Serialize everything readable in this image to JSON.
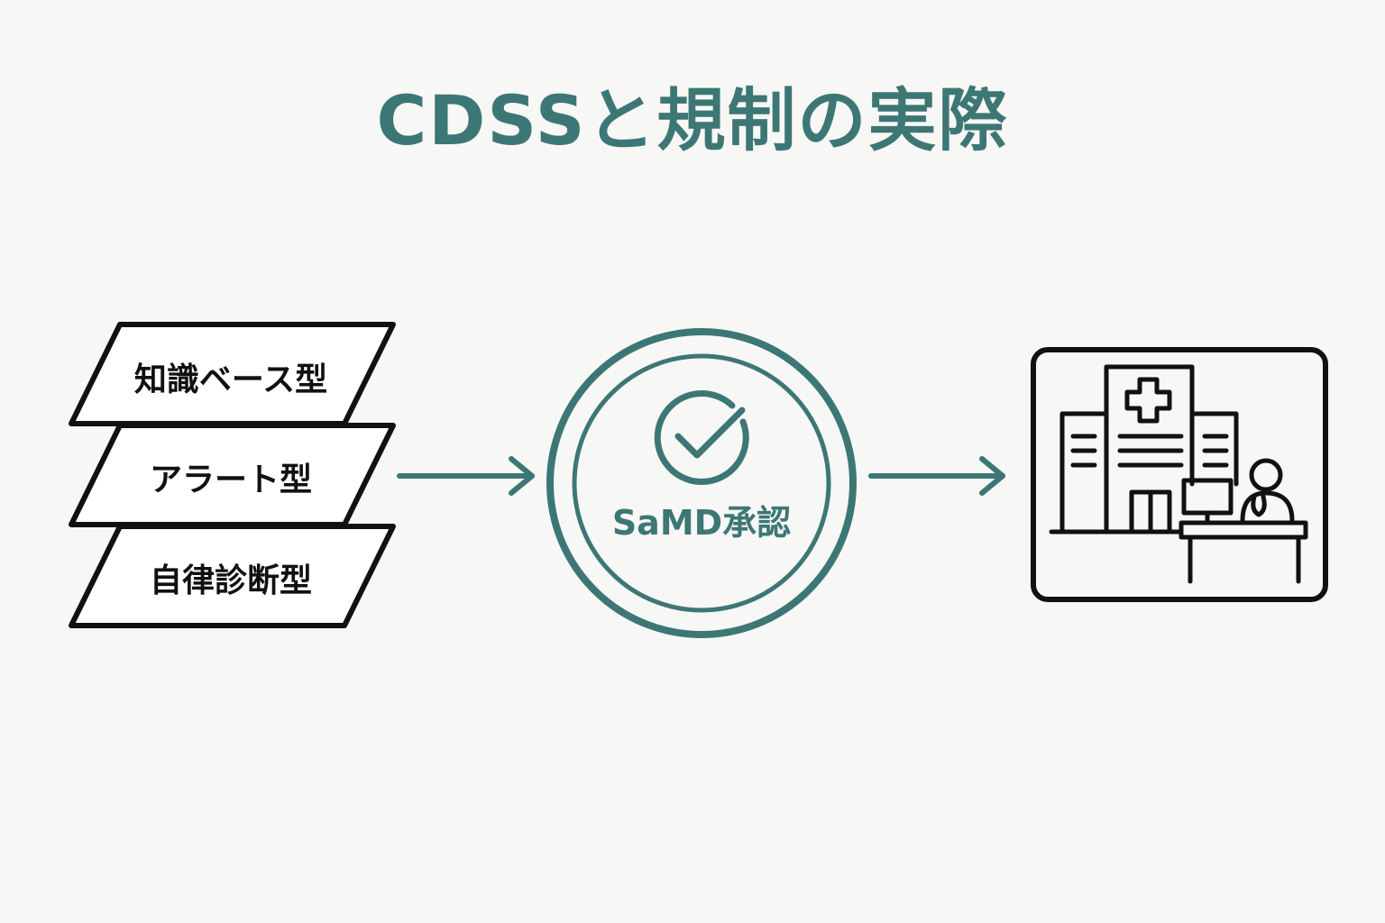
{
  "title": "CDSSと規制の実際",
  "colors": {
    "accent": "#3d7775",
    "ink": "#111111",
    "background": "#f7f7f6"
  },
  "cdss_types": [
    {
      "label": "知識ベース型"
    },
    {
      "label": "アラート型"
    },
    {
      "label": "自律診断型"
    }
  ],
  "approval": {
    "label": "SaMD承認",
    "icon": "check-circle-icon"
  },
  "destination": {
    "icon": "hospital-with-doctor-icon"
  }
}
